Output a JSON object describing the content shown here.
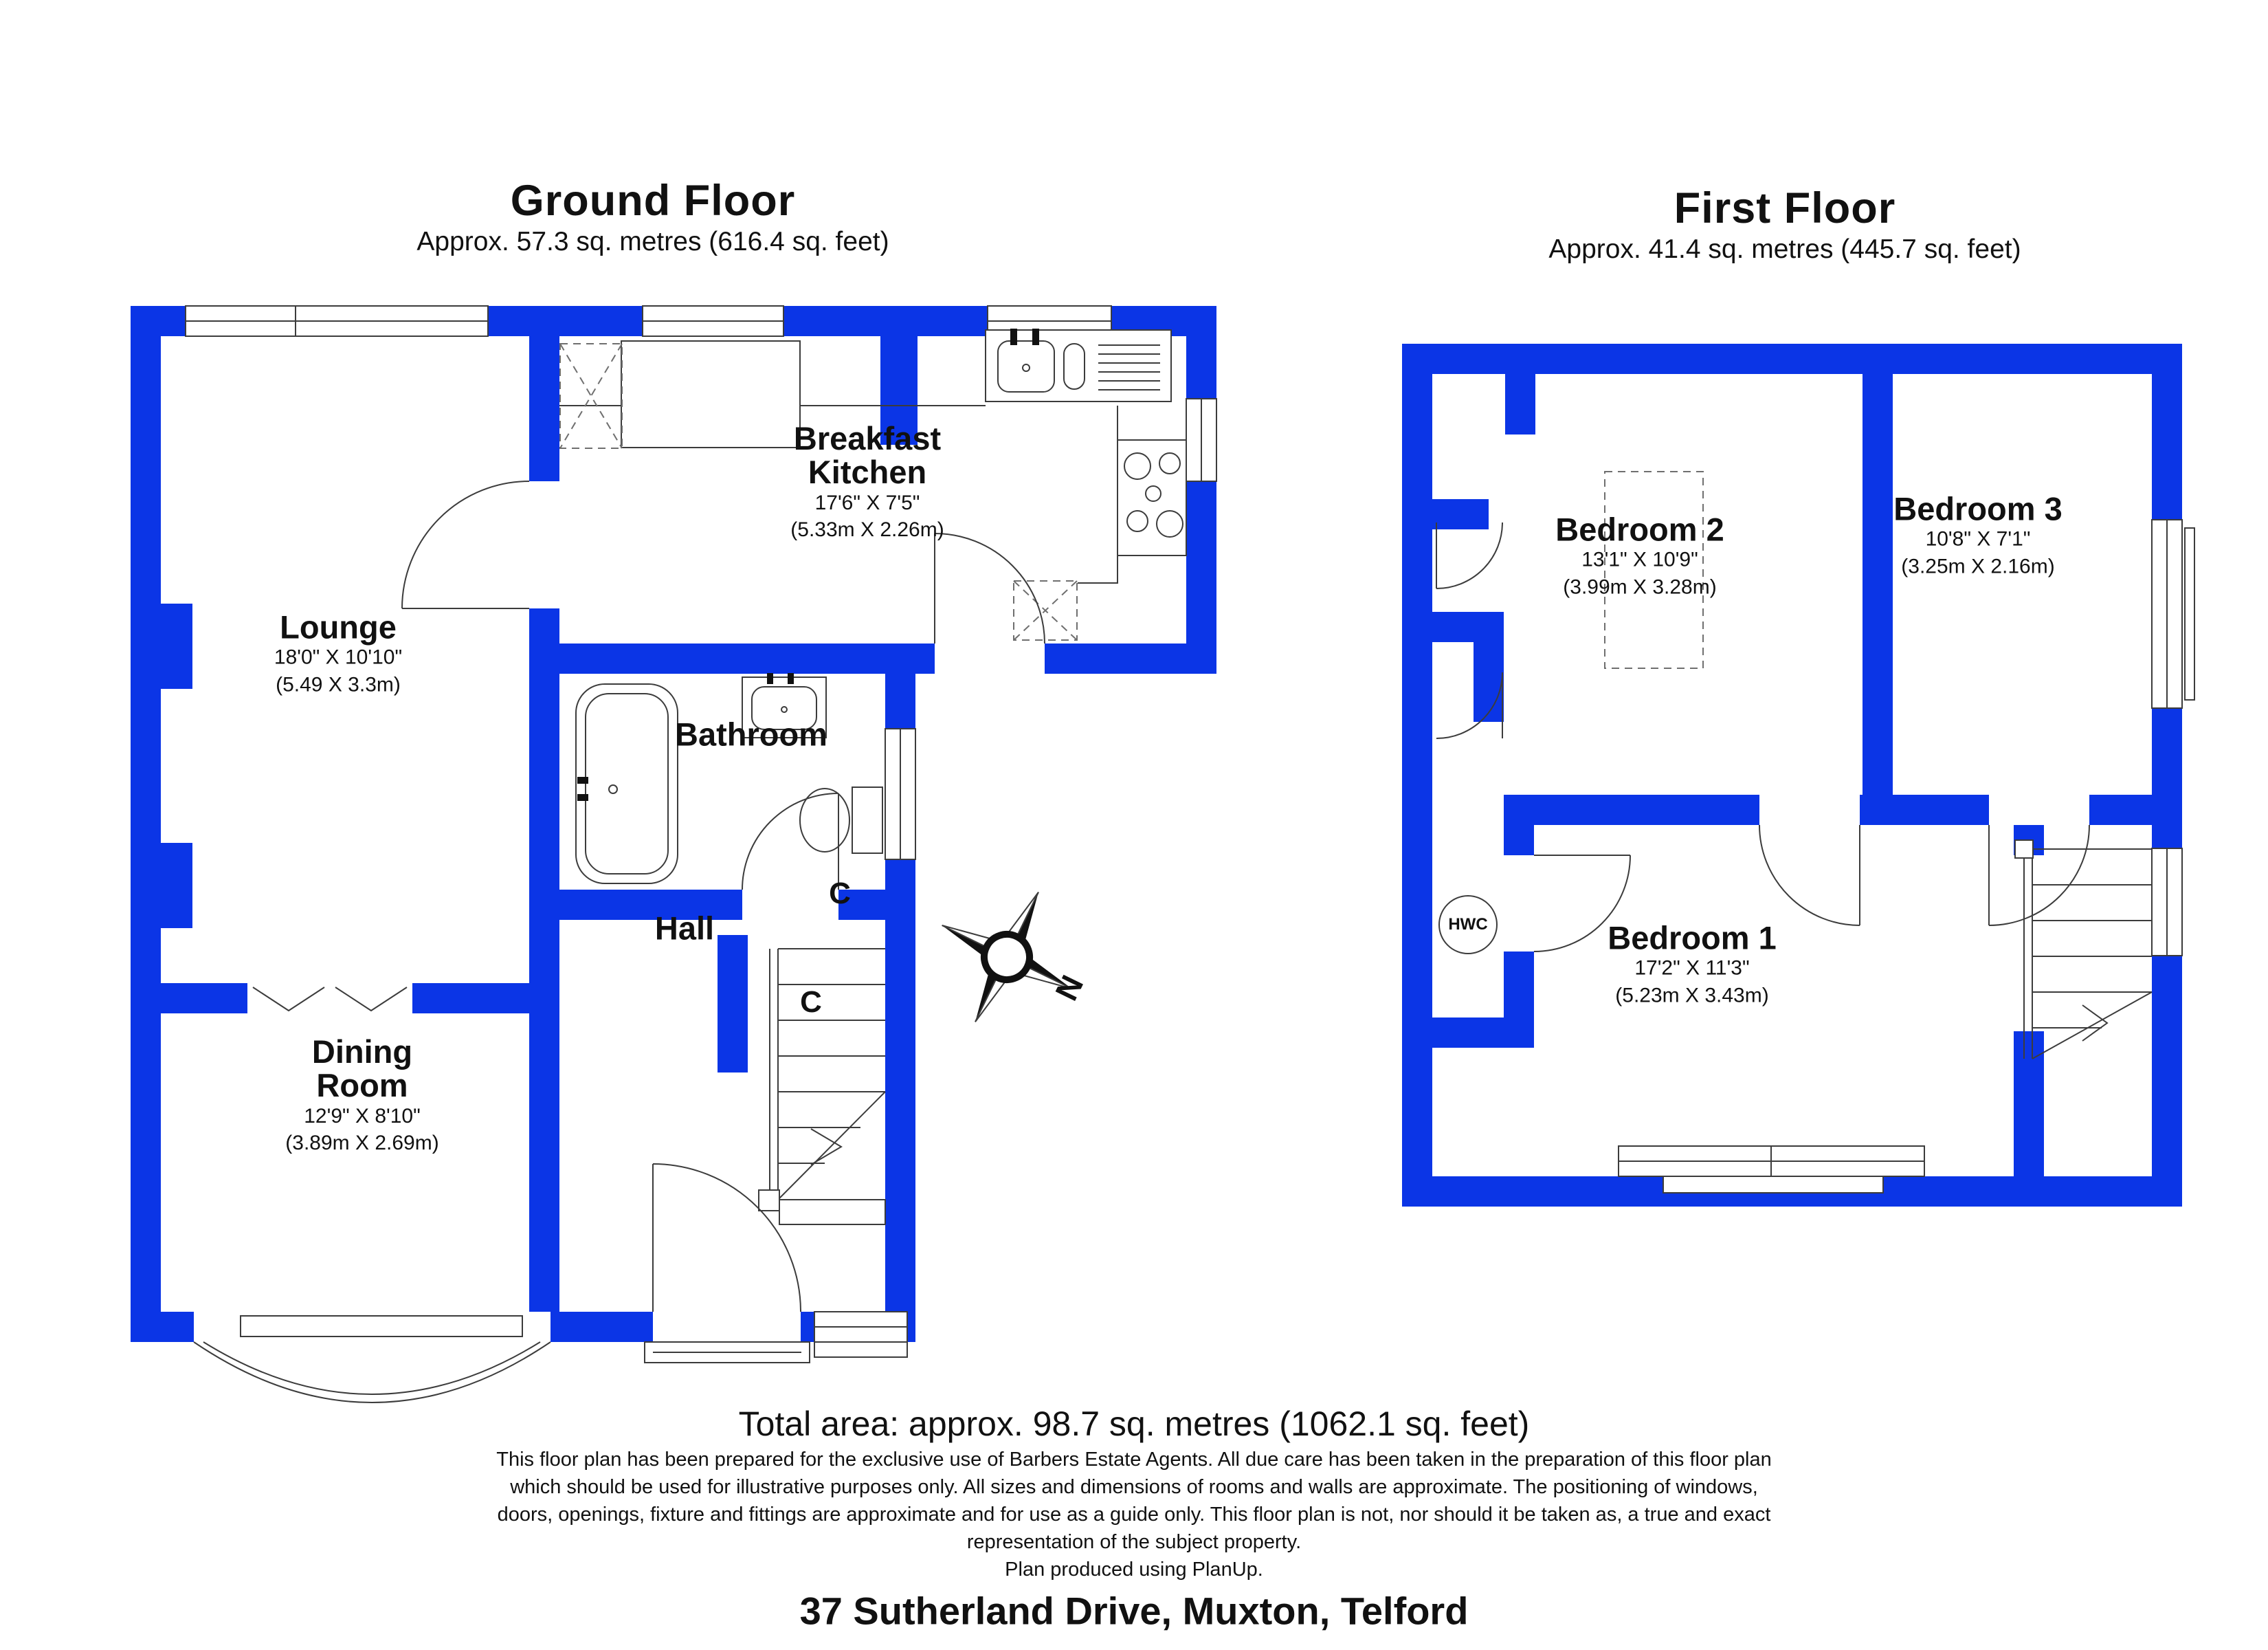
{
  "colors": {
    "wall": "#0B35E6",
    "line": "#3c3c3c",
    "text": "#111111"
  },
  "ground_floor": {
    "title": "Ground Floor",
    "area": "Approx. 57.3 sq. metres (616.4 sq. feet)",
    "rooms": {
      "lounge": {
        "name": "Lounge",
        "dims_ft": "18'0\" X 10'10\"",
        "dims_m": "(5.49 X 3.3m)"
      },
      "kitchen": {
        "name_line1": "Breakfast",
        "name_line2": "Kitchen",
        "dims_ft": "17'6\" X 7'5\"",
        "dims_m": "(5.33m X 2.26m)"
      },
      "bathroom": {
        "name": "Bathroom"
      },
      "hall": {
        "name": "Hall"
      },
      "dining": {
        "name_line1": "Dining",
        "name_line2": "Room",
        "dims_ft": "12'9\" X 8'10\"",
        "dims_m": "(3.89m X 2.69m)"
      }
    },
    "cupboard_label": "C"
  },
  "first_floor": {
    "title": "First Floor",
    "area": "Approx. 41.4 sq. metres (445.7 sq. feet)",
    "rooms": {
      "bedroom1": {
        "name": "Bedroom 1",
        "dims_ft": "17'2\" X 11'3\"",
        "dims_m": "(5.23m X 3.43m)"
      },
      "bedroom2": {
        "name": "Bedroom 2",
        "dims_ft": "13'1\" X 10'9\"",
        "dims_m": "(3.99m X 3.28m)"
      },
      "bedroom3": {
        "name": "Bedroom 3",
        "dims_ft": "10'8\" X 7'1\"",
        "dims_m": "(3.25m X 2.16m)"
      }
    },
    "hwc_label": "HWC"
  },
  "compass": {
    "north_label": "N"
  },
  "footer": {
    "total_area": "Total area: approx. 98.7 sq. metres (1062.1 sq. feet)",
    "disclaimer_lines": [
      "This floor plan has been prepared for the exclusive use of Barbers Estate Agents. All due care has been taken in the preparation of this floor plan",
      "which should be used for illustrative purposes only. All sizes and dimensions of rooms and walls are approximate. The positioning of windows,",
      "doors, openings, fixture and fittings are approximate and for use as a guide only. This floor plan is not, nor should it be taken as, a true and exact",
      "representation of the subject property."
    ],
    "produced": "Plan produced using PlanUp.",
    "address": "37 Sutherland Drive, Muxton, Telford"
  }
}
